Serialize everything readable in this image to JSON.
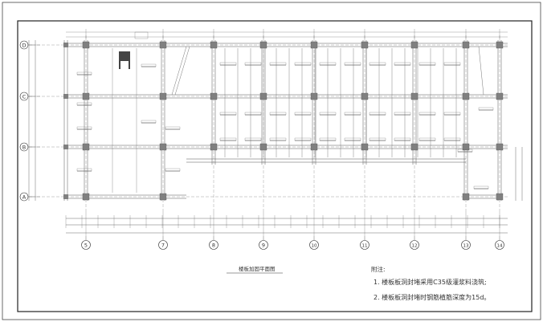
{
  "drawing": {
    "title": "楼板加固平面图",
    "notes_title": "附注:",
    "notes": [
      "1. 楼板板洞封堵采用C35级灌浆料浇筑;",
      "2. 楼板板洞封堵时钢筋植筋深度为15d。"
    ],
    "axes_vertical": [
      "5",
      "7",
      "8",
      "9",
      "10",
      "11",
      "12",
      "13",
      "14"
    ],
    "axes_horizontal": [
      "D",
      "C",
      "B",
      "A"
    ],
    "colors": {
      "line": "#555555",
      "grid": "#888888",
      "column": "#808080",
      "frame": "#222222"
    }
  }
}
